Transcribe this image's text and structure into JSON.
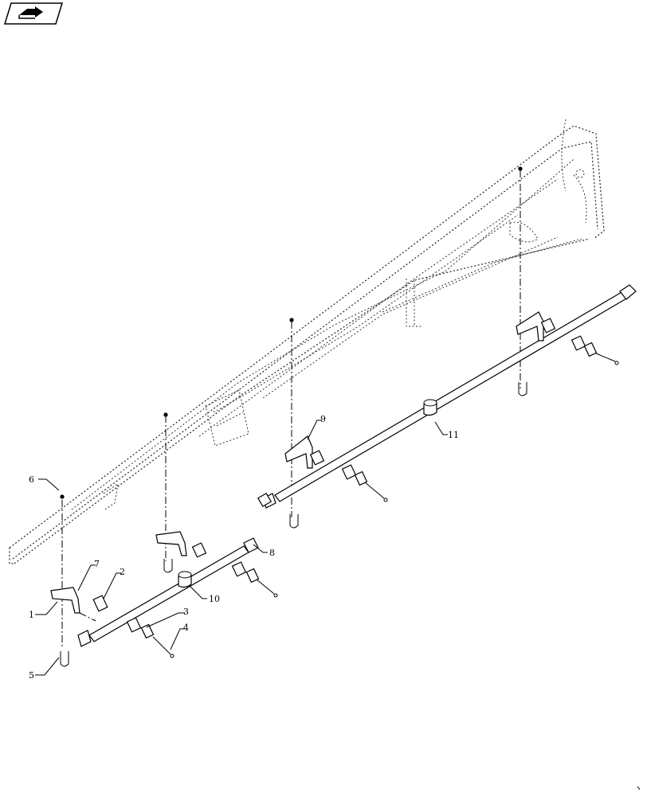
{
  "nav_icon": {
    "name": "back-arrow-icon"
  },
  "callouts": [
    {
      "id": "c1",
      "label": "1"
    },
    {
      "id": "c2",
      "label": "2"
    },
    {
      "id": "c3",
      "label": "3"
    },
    {
      "id": "c4",
      "label": "4"
    },
    {
      "id": "c5",
      "label": "5"
    },
    {
      "id": "c6",
      "label": "6"
    },
    {
      "id": "c7",
      "label": "7"
    },
    {
      "id": "c8",
      "label": "8"
    },
    {
      "id": "c9",
      "label": "9"
    },
    {
      "id": "c10",
      "label": "10"
    },
    {
      "id": "c11",
      "label": "11"
    }
  ]
}
